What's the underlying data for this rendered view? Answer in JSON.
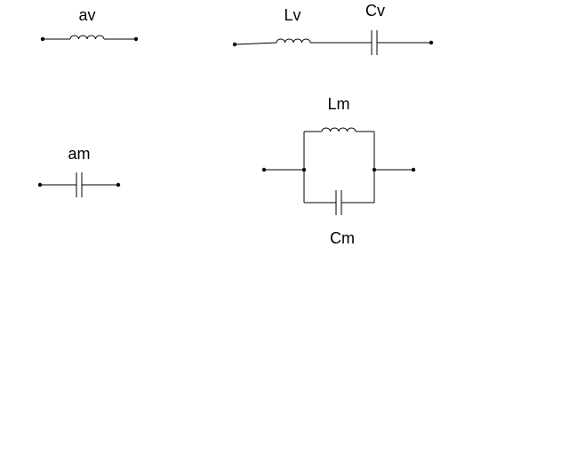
{
  "labels": {
    "av": "av",
    "lv": "Lv",
    "cv": "Cv",
    "am": "am",
    "lm": "Lm",
    "cm": "Cm"
  },
  "colors": {
    "background": "#ffffff",
    "ink": "#000000"
  }
}
